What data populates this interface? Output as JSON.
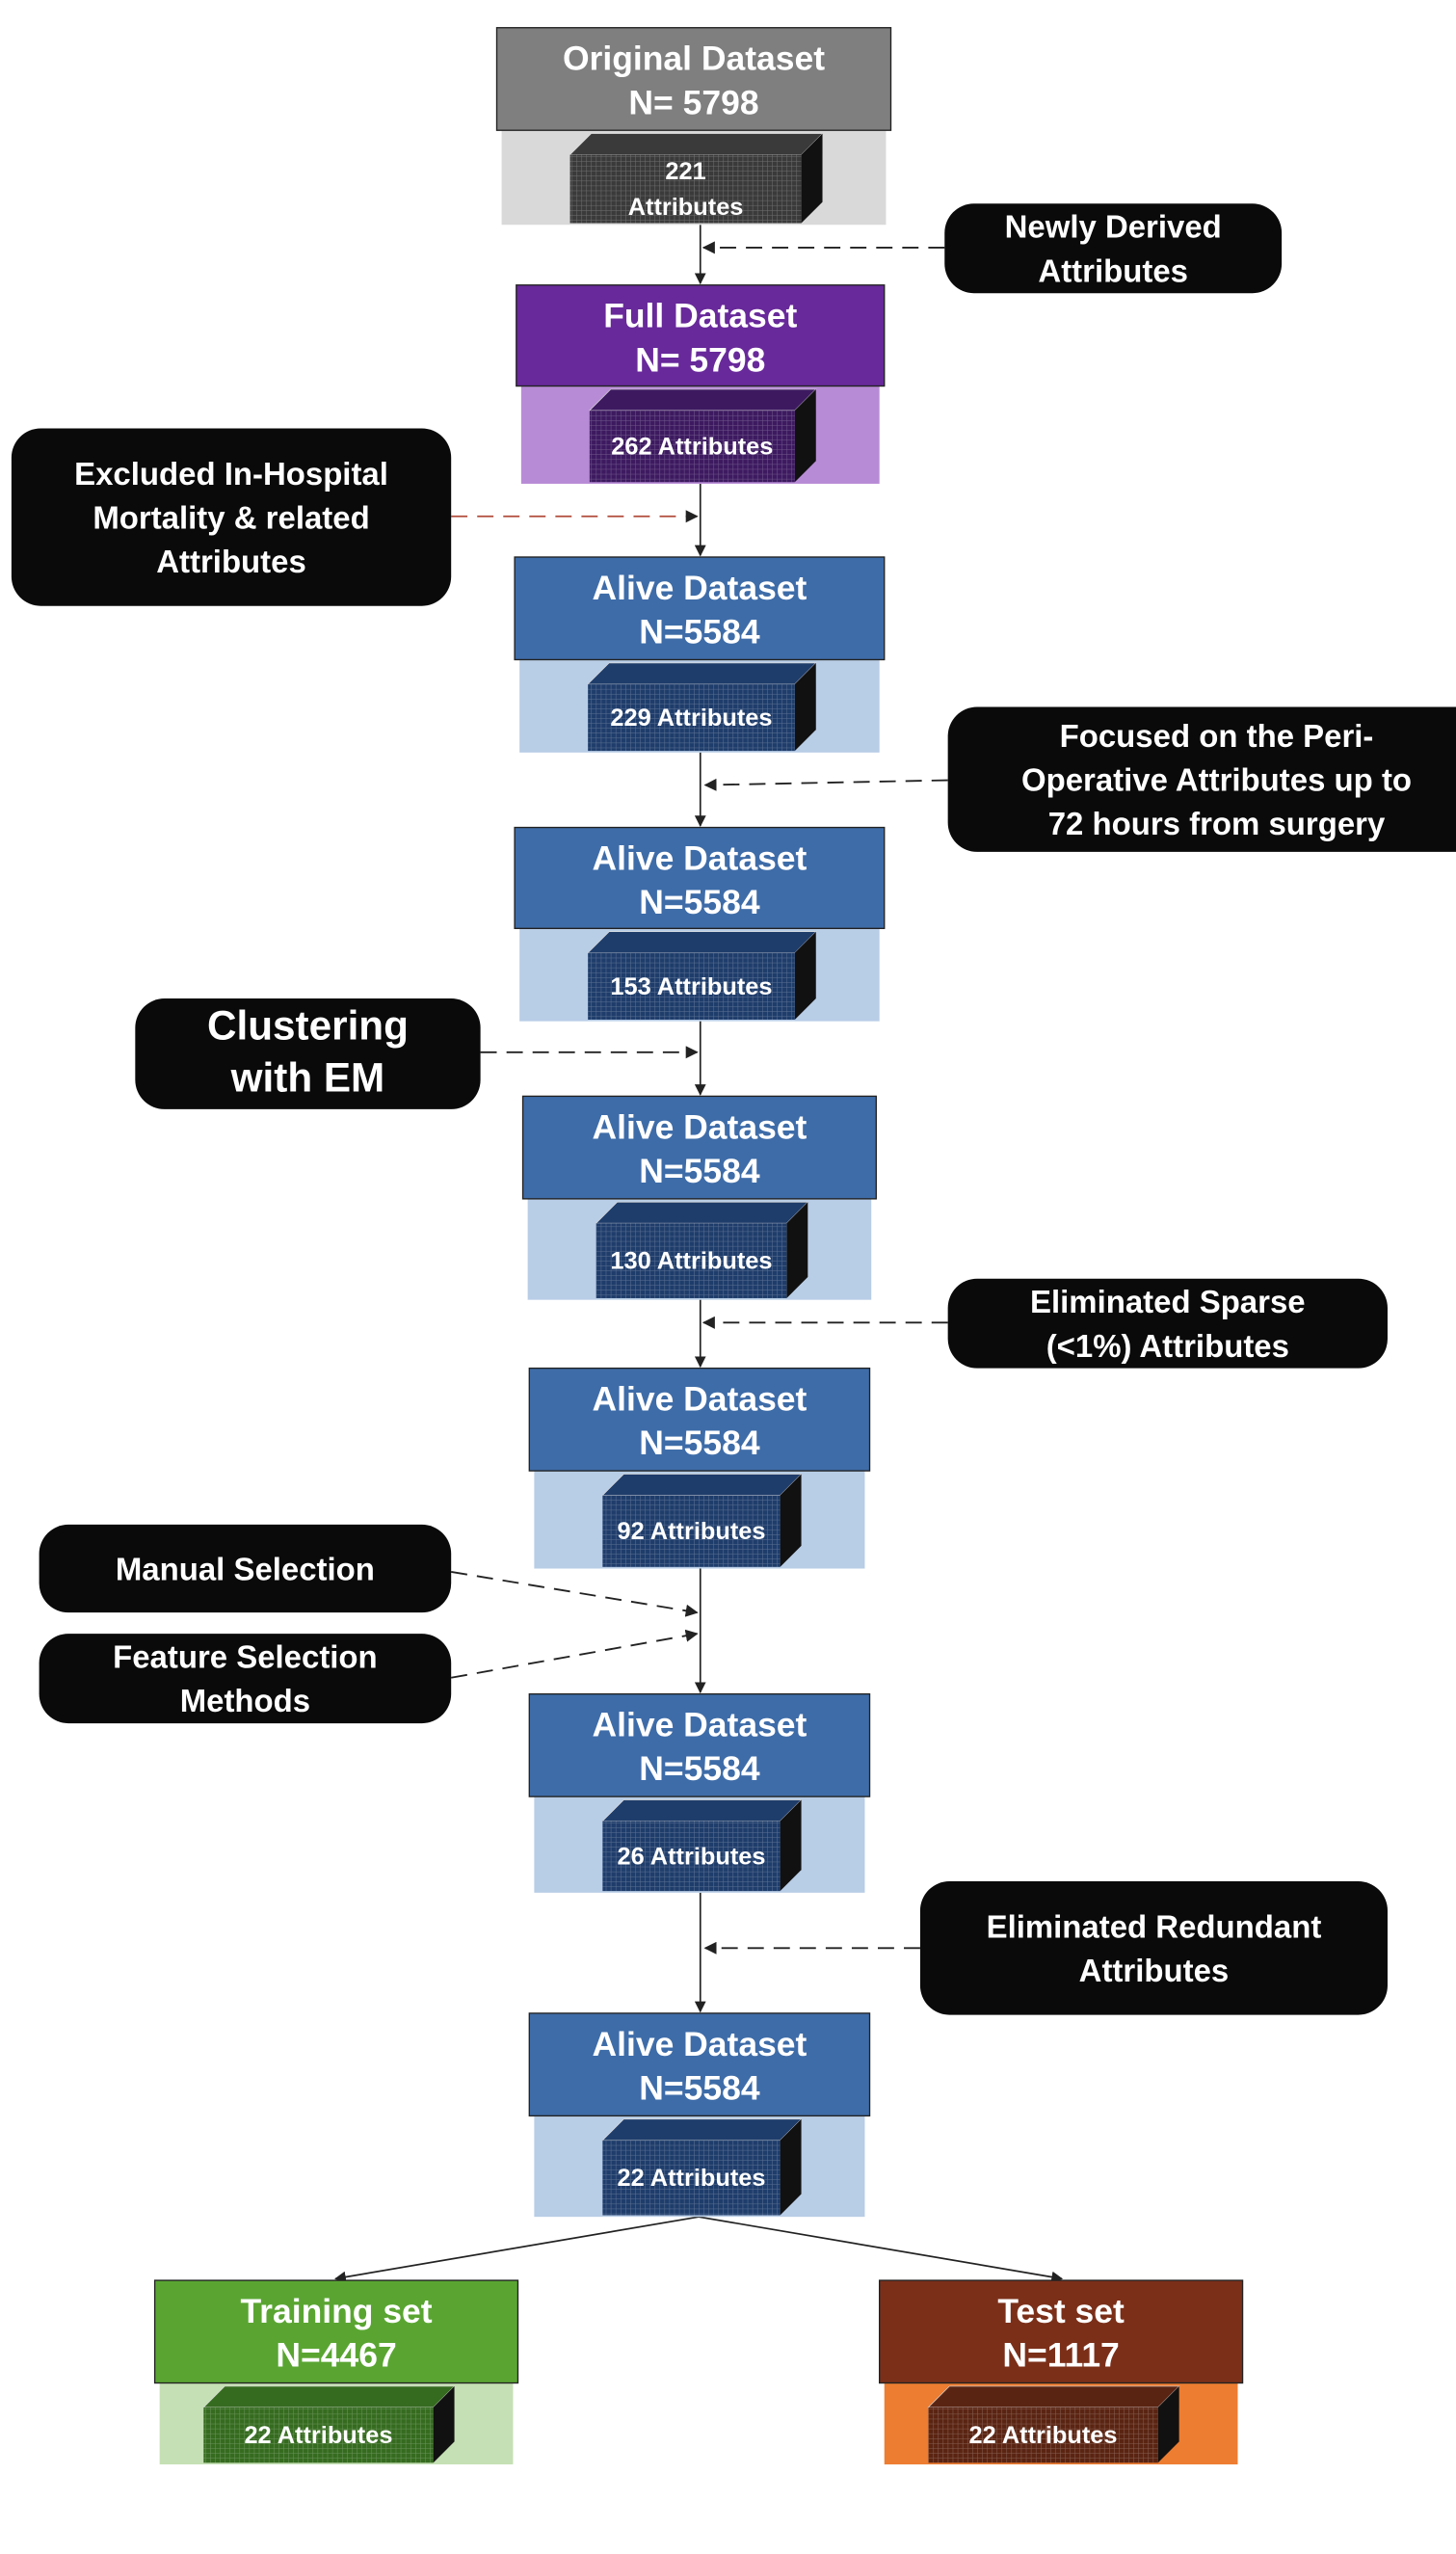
{
  "nodes": [
    {
      "title": "Original Dataset",
      "count": "N= 5798",
      "attributes": [
        "221",
        "Attributes"
      ],
      "colors": {
        "header": "#7f7f7f",
        "body": "#d9d9d9",
        "cube": "#3a3a3a"
      }
    },
    {
      "title": "Full Dataset",
      "count": "N= 5798",
      "attributes": [
        "262 Attributes"
      ],
      "colors": {
        "header": "#68299a",
        "body": "#b88bd6",
        "cube": "#3d1a60"
      }
    },
    {
      "title": "Alive Dataset",
      "count": "N=5584",
      "attributes": [
        "229 Attributes"
      ],
      "colors": {
        "header": "#3e6ca8",
        "body": "#b8cde6",
        "cube": "#1f3d6b"
      }
    },
    {
      "title": "Alive Dataset",
      "count": "N=5584",
      "attributes": [
        "153 Attributes"
      ],
      "colors": {
        "header": "#3e6ca8",
        "body": "#b8cde6",
        "cube": "#1f3d6b"
      }
    },
    {
      "title": "Alive Dataset",
      "count": "N=5584",
      "attributes": [
        "130 Attributes"
      ],
      "colors": {
        "header": "#3e6ca8",
        "body": "#b8cde6",
        "cube": "#1f3d6b"
      }
    },
    {
      "title": "Alive Dataset",
      "count": "N=5584",
      "attributes": [
        "92 Attributes"
      ],
      "colors": {
        "header": "#3e6ca8",
        "body": "#b8cde6",
        "cube": "#1f3d6b"
      }
    },
    {
      "title": "Alive Dataset",
      "count": "N=5584",
      "attributes": [
        "26 Attributes"
      ],
      "colors": {
        "header": "#3e6ca8",
        "body": "#b8cde6",
        "cube": "#1f3d6b"
      }
    },
    {
      "title": "Alive Dataset",
      "count": "N=5584",
      "attributes": [
        "22 Attributes"
      ],
      "colors": {
        "header": "#3e6ca8",
        "body": "#b8cde6",
        "cube": "#1f3d6b"
      }
    },
    {
      "title": "Training set",
      "count": "N=4467",
      "attributes": [
        "22 Attributes"
      ],
      "colors": {
        "header": "#5aa532",
        "body": "#c5e0b4",
        "cube": "#356b1f"
      }
    },
    {
      "title": "Test set",
      "count": "N=1117",
      "attributes": [
        "22 Attributes"
      ],
      "colors": {
        "header": "#7b2f19",
        "body": "#ed7d31",
        "cube": "#5a2412"
      }
    }
  ],
  "callouts": [
    {
      "lines": [
        "Newly Derived",
        "Attributes"
      ]
    },
    {
      "lines": [
        "Excluded In-Hospital",
        "Mortality & related",
        "Attributes"
      ]
    },
    {
      "lines": [
        "Focused on the Peri-",
        "Operative Attributes up to",
        "72 hours from surgery"
      ]
    },
    {
      "lines": [
        "Clustering",
        "with EM"
      ]
    },
    {
      "lines": [
        "Eliminated Sparse",
        "(<1%) Attributes"
      ]
    },
    {
      "lines": [
        "Manual Selection"
      ]
    },
    {
      "lines": [
        "Feature Selection",
        "Methods"
      ]
    },
    {
      "lines": [
        "Eliminated Redundant",
        "Attributes"
      ]
    }
  ],
  "colors": {
    "callout": "#0a0a0a",
    "arrow": "#222222",
    "excluded_arrow": "#b04a3a"
  }
}
